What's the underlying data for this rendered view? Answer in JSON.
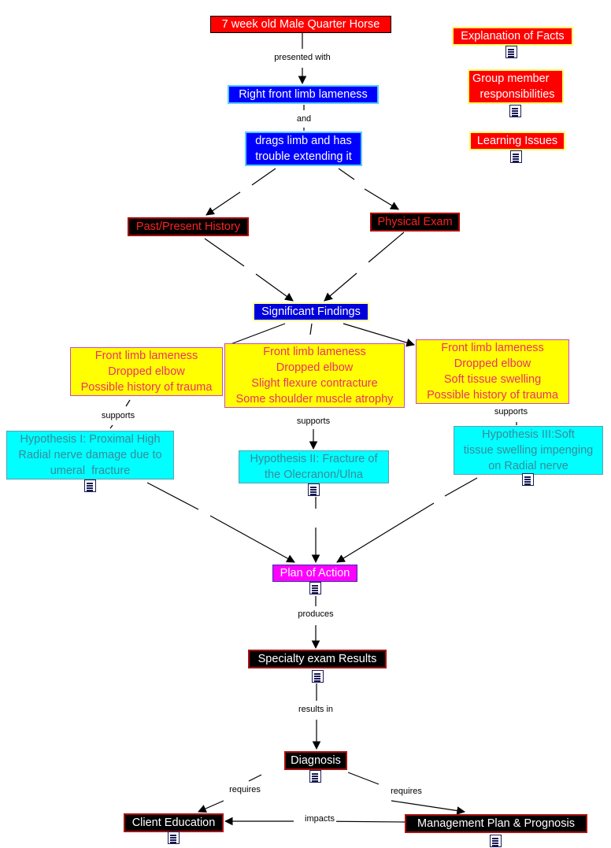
{
  "nodes": {
    "horse": "7 week old Male Quarter Horse",
    "right_front": "Right front limb lameness",
    "drags_line1": "drags limb and has",
    "drags_line2": "trouble extending it",
    "history": "Past/Present History",
    "physical": "Physical Exam",
    "significant": "Significant Findings",
    "find1": [
      "Front limb lameness",
      "Dropped elbow",
      "Possible history of trauma"
    ],
    "find2": [
      "Front limb lameness",
      "Dropped elbow",
      "Slight flexure contracture",
      "Some shoulder muscle atrophy"
    ],
    "find3": [
      "Front limb lameness",
      "Dropped elbow",
      "Soft tissue swelling",
      "Possible history of trauma"
    ],
    "hyp1": [
      "Hypothesis I: Proximal High",
      "Radial nerve damage due to",
      "umeral  fracture"
    ],
    "hyp2": [
      "Hypothesis II: Fracture of",
      "the Olecranon/Ulna"
    ],
    "hyp3": [
      "Hypothesis III:Soft",
      "tissue swelling impenging",
      "on Radial nerve"
    ],
    "plan": "Plan of Action",
    "specialty": "Specialty exam Results",
    "diagnosis": "Diagnosis",
    "client": "Client Education",
    "management": "Management Plan & Prognosis",
    "explanation": "Explanation of Facts",
    "group_line1": "Group member",
    "group_line2": " responsibilities",
    "learning": "Learning Issues"
  },
  "links": {
    "presented_with": "presented with",
    "and": "and",
    "supports1": "supports",
    "supports2": "supports",
    "supports3": "supports",
    "produces": "produces",
    "results_in": "results in",
    "requires1": "requires",
    "requires2": "requires",
    "impacts": "impacts"
  },
  "icons": {
    "document": "document-icon"
  }
}
